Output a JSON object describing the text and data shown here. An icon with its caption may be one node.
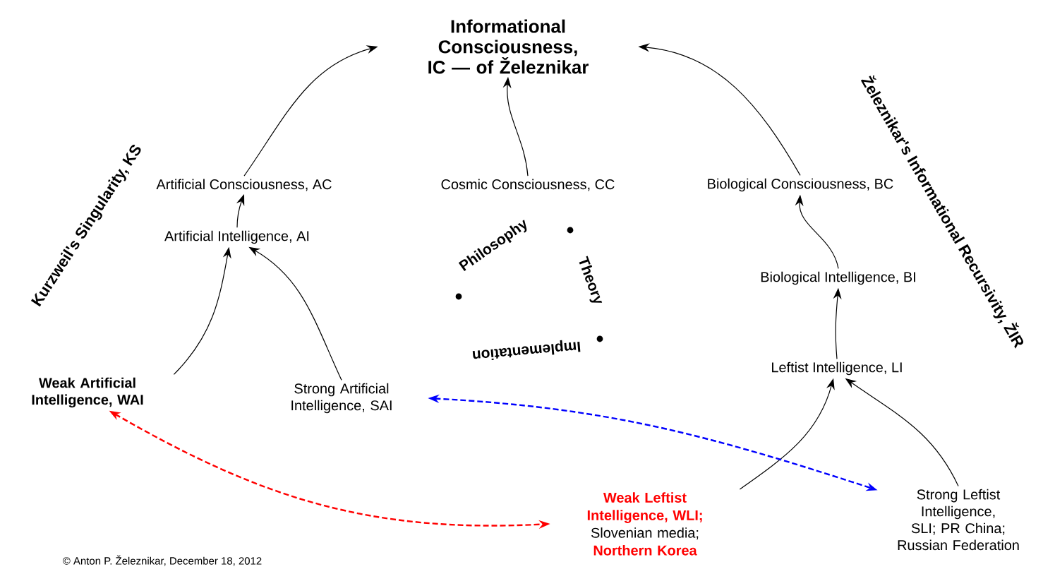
{
  "diagram": {
    "nodes": [
      {
        "text": [
          "Informational Consciousness, IC — of Železnikar"
        ]
      },
      {
        "text": [
          "Artificial Consciousness, AC"
        ]
      },
      {
        "text": [
          "Cosmic Consciousness, CC"
        ]
      },
      {
        "text": [
          "Biological Consciousness, BC"
        ]
      },
      {
        "text": [
          "Artificial Intelligence, AI"
        ]
      },
      {
        "text": [
          "Biological Intelligence, BI"
        ]
      },
      {
        "text": [
          "Leftist Intelligence, LI"
        ]
      },
      {
        "text": [
          "Weak Artificial Intelligence, WAI"
        ]
      },
      {
        "text": [
          "Strong Artificial Intelligence, SAI"
        ]
      },
      {
        "text": [
          "Weak Leftist Intelligence, WLI;",
          "Slovenian media;",
          "Northern Korea"
        ]
      },
      {
        "text": [
          "Strong Leftist Intelligence, SLI; PR China; Russian Federation"
        ]
      }
    ],
    "edges": [
      {
        "from": 1,
        "to": 0,
        "arrow": "to"
      },
      {
        "from": 2,
        "to": 0,
        "arrow": "to"
      },
      {
        "from": 3,
        "to": 0,
        "arrow": "to"
      },
      {
        "from": 4,
        "to": 1,
        "arrow": "to"
      },
      {
        "from": 7,
        "to": 4,
        "arrow": "to"
      },
      {
        "from": 8,
        "to": 4,
        "arrow": "to"
      },
      {
        "from": 5,
        "to": 3,
        "arrow": "to"
      },
      {
        "from": 6,
        "to": 5,
        "arrow": "to"
      },
      {
        "from": 9,
        "to": 6,
        "arrow": "to"
      },
      {
        "from": 10,
        "to": 6,
        "arrow": "to"
      },
      {
        "from": 7,
        "to": 9,
        "arrow": "both",
        "style": "dashed",
        "color": "#ff0000"
      },
      {
        "from": 8,
        "to": 10,
        "arrow": "both",
        "style": "dashed",
        "color": "#0000ff"
      }
    ],
    "labels": [
      "Kurzweil's Singularity, KS",
      "Železnikar's Informational Recursivity, ŽIR",
      "Philosophy",
      "Theory",
      "Implementation",
      "© Anton P. Železnikar, December 18, 2012"
    ]
  }
}
